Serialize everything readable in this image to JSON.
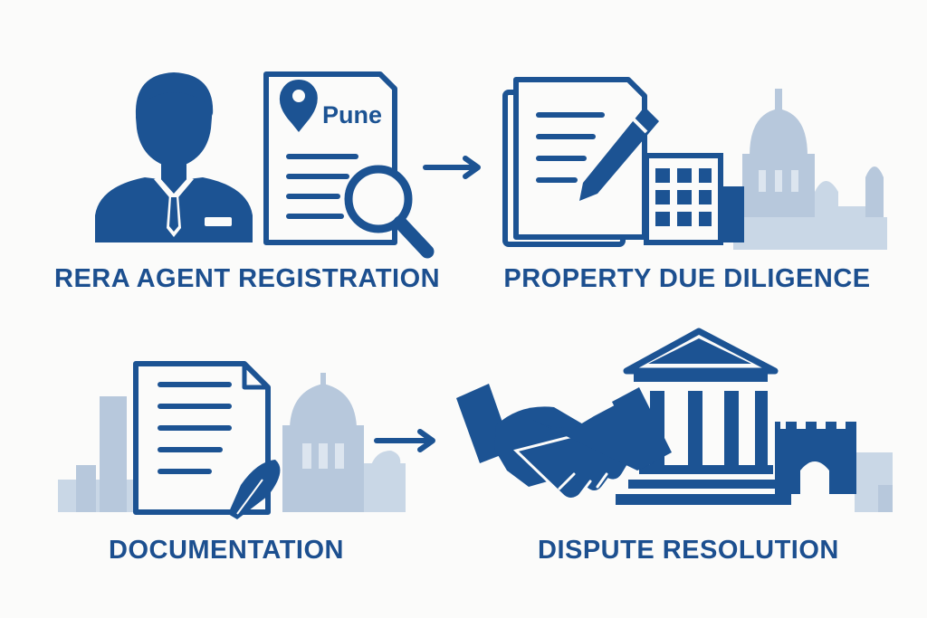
{
  "colors": {
    "primary": "#1c5393",
    "light": "#b7c8dc",
    "lighter": "#c9d7e6",
    "background": "#fbfbfa"
  },
  "steps": [
    {
      "label": "RERA AGENT REGISTRATION",
      "icon": "agent-with-document-icon"
    },
    {
      "label": "PROPERTY DUE DILIGENCE",
      "icon": "document-pencil-building-icon"
    },
    {
      "label": "DOCUMENTATION",
      "icon": "document-quill-icon"
    },
    {
      "label": "DISPUTE RESOLUTION",
      "icon": "handshake-courthouse-icon"
    }
  ],
  "location_tag": "Pune"
}
